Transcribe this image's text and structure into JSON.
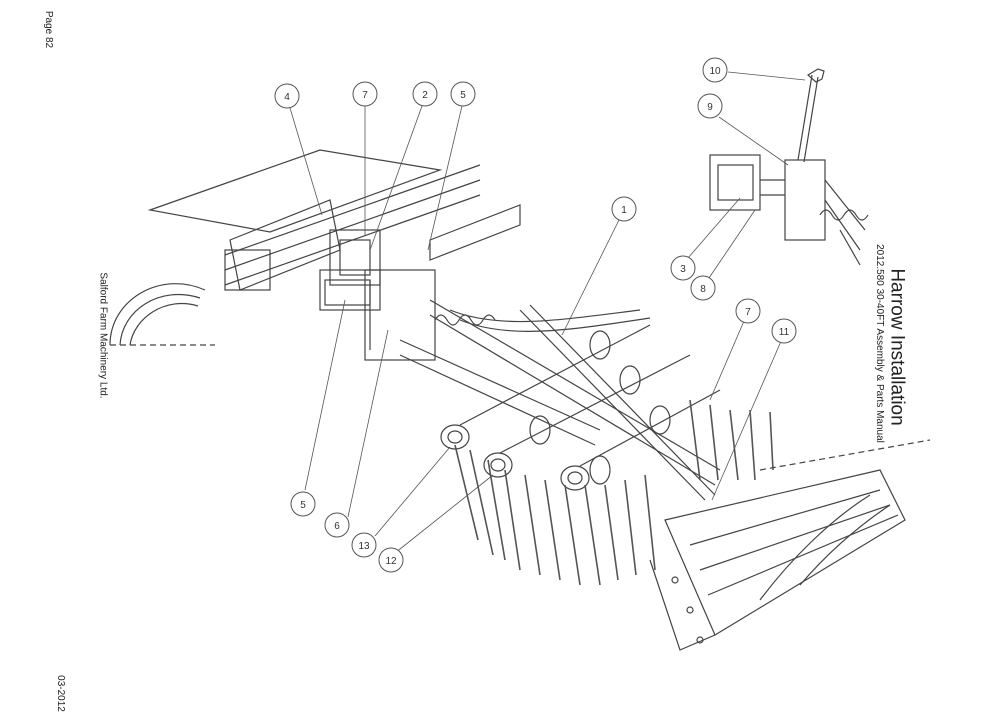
{
  "page": {
    "page_number": "Page 82",
    "company": "Salford Farm Machinery Ltd.",
    "date": "03-2012",
    "manual": "2012.580 30-40FT Assembly & Parts Manual",
    "title": "Harrow Installation"
  },
  "callouts": [
    {
      "id": "c4",
      "label": "4"
    },
    {
      "id": "c7a",
      "label": "7"
    },
    {
      "id": "c2",
      "label": "2"
    },
    {
      "id": "c5a",
      "label": "5"
    },
    {
      "id": "c10",
      "label": "10"
    },
    {
      "id": "c9",
      "label": "9"
    },
    {
      "id": "c1",
      "label": "1"
    },
    {
      "id": "c3",
      "label": "3"
    },
    {
      "id": "c8",
      "label": "8"
    },
    {
      "id": "c7b",
      "label": "7"
    },
    {
      "id": "c11",
      "label": "11"
    },
    {
      "id": "c5b",
      "label": "5"
    },
    {
      "id": "c6",
      "label": "6"
    },
    {
      "id": "c13",
      "label": "13"
    },
    {
      "id": "c12",
      "label": "12"
    }
  ]
}
